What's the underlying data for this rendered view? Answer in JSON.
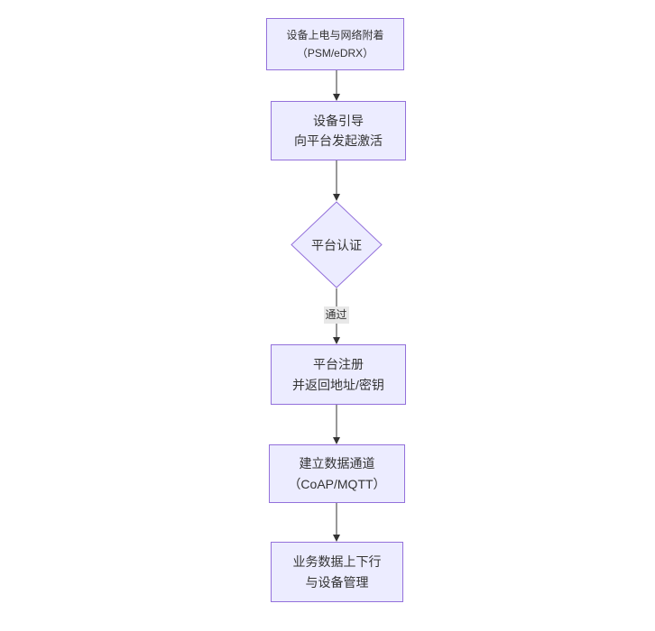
{
  "diagram": {
    "type": "flowchart",
    "direction": "top-down",
    "colors": {
      "background": "#ffffff",
      "node_fill": "#ECECFF",
      "node_border": "#9370DB",
      "line_color": "#333333",
      "text_color": "#333333",
      "edge_label_bg": "#e8e8e8"
    },
    "nodes": [
      {
        "id": "A",
        "shape": "rect",
        "lines": [
          "设备上电与网络附着",
          "（PSM/eDRX）"
        ]
      },
      {
        "id": "B",
        "shape": "rect",
        "lines": [
          "设备引导",
          "向平台发起激活"
        ]
      },
      {
        "id": "C",
        "shape": "diamond",
        "lines": [
          "平台认证"
        ]
      },
      {
        "id": "D",
        "shape": "rect",
        "lines": [
          "平台注册",
          "并返回地址/密钥"
        ]
      },
      {
        "id": "E",
        "shape": "rect",
        "lines": [
          "建立数据通道",
          "（CoAP/MQTT）"
        ]
      },
      {
        "id": "F",
        "shape": "rect",
        "lines": [
          "业务数据上下行",
          "与设备管理"
        ]
      }
    ],
    "edges": [
      {
        "from": "A",
        "to": "B",
        "label": ""
      },
      {
        "from": "B",
        "to": "C",
        "label": ""
      },
      {
        "from": "C",
        "to": "D",
        "label": "通过"
      },
      {
        "from": "D",
        "to": "E",
        "label": ""
      },
      {
        "from": "E",
        "to": "F",
        "label": ""
      }
    ]
  }
}
